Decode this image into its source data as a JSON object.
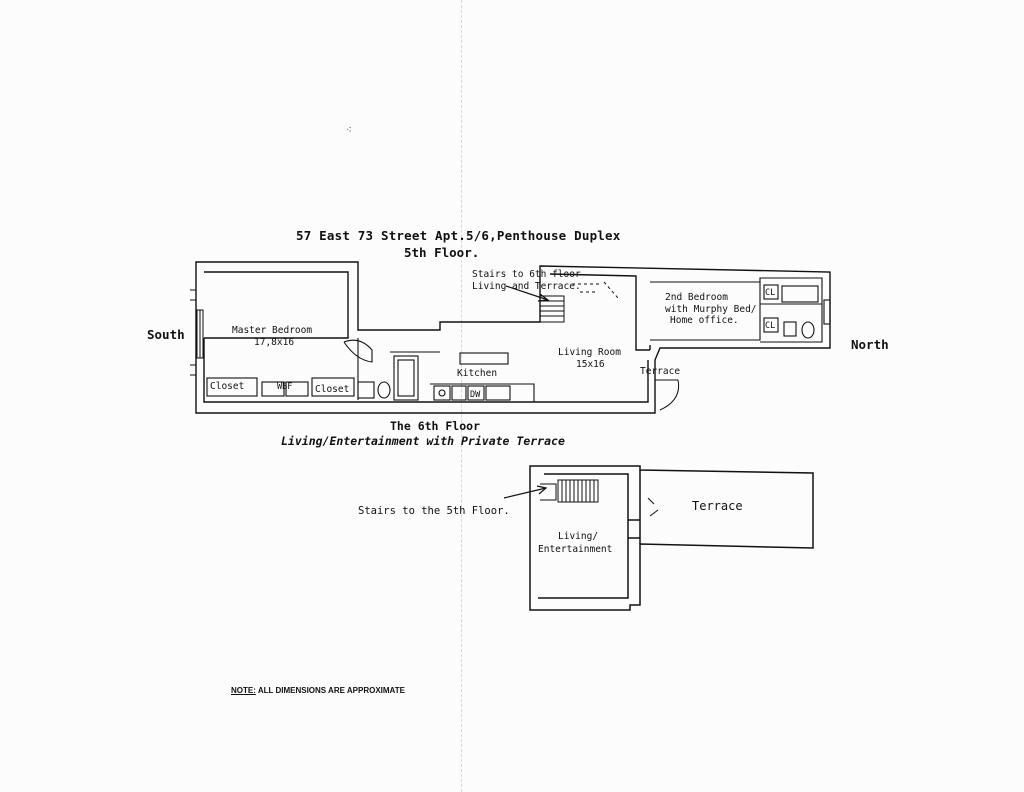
{
  "title": {
    "line1": "57 East 73 Street Apt.5/6,Penthouse Duplex",
    "line2": "5th Floor."
  },
  "directions": {
    "south": "South",
    "north": "North"
  },
  "fifth_floor": {
    "master_bedroom": "Master Bedroom",
    "master_bedroom_dims": "17,8x16",
    "closet_left": "Closet",
    "wbf": "WBF",
    "closet_right": "Closet",
    "kitchen": "Kitchen",
    "dw": "DW",
    "stairs_note_line1": "Stairs to 6th floor",
    "stairs_note_line2": "Living and Terrace.",
    "living_room": "Living Room",
    "living_room_dims": "15x16",
    "terrace": "Terrace",
    "second_bedroom_line1": "2nd Bedroom",
    "second_bedroom_line2": "with Murphy Bed/",
    "second_bedroom_line3": "Home office.",
    "cl_top": "CL",
    "cl_bottom": "CL"
  },
  "sixth_floor": {
    "heading": "The 6th Floor",
    "subheading": "Living/Entertainment with Private Terrace",
    "stairs_label": "Stairs to the 5th Floor.",
    "living_line1": "Living/",
    "living_line2": "Entertainment",
    "terrace": "Terrace"
  },
  "note": {
    "prefix": "NOTE:",
    "text": "ALL DIMENSIONS ARE APPROXIMATE"
  }
}
